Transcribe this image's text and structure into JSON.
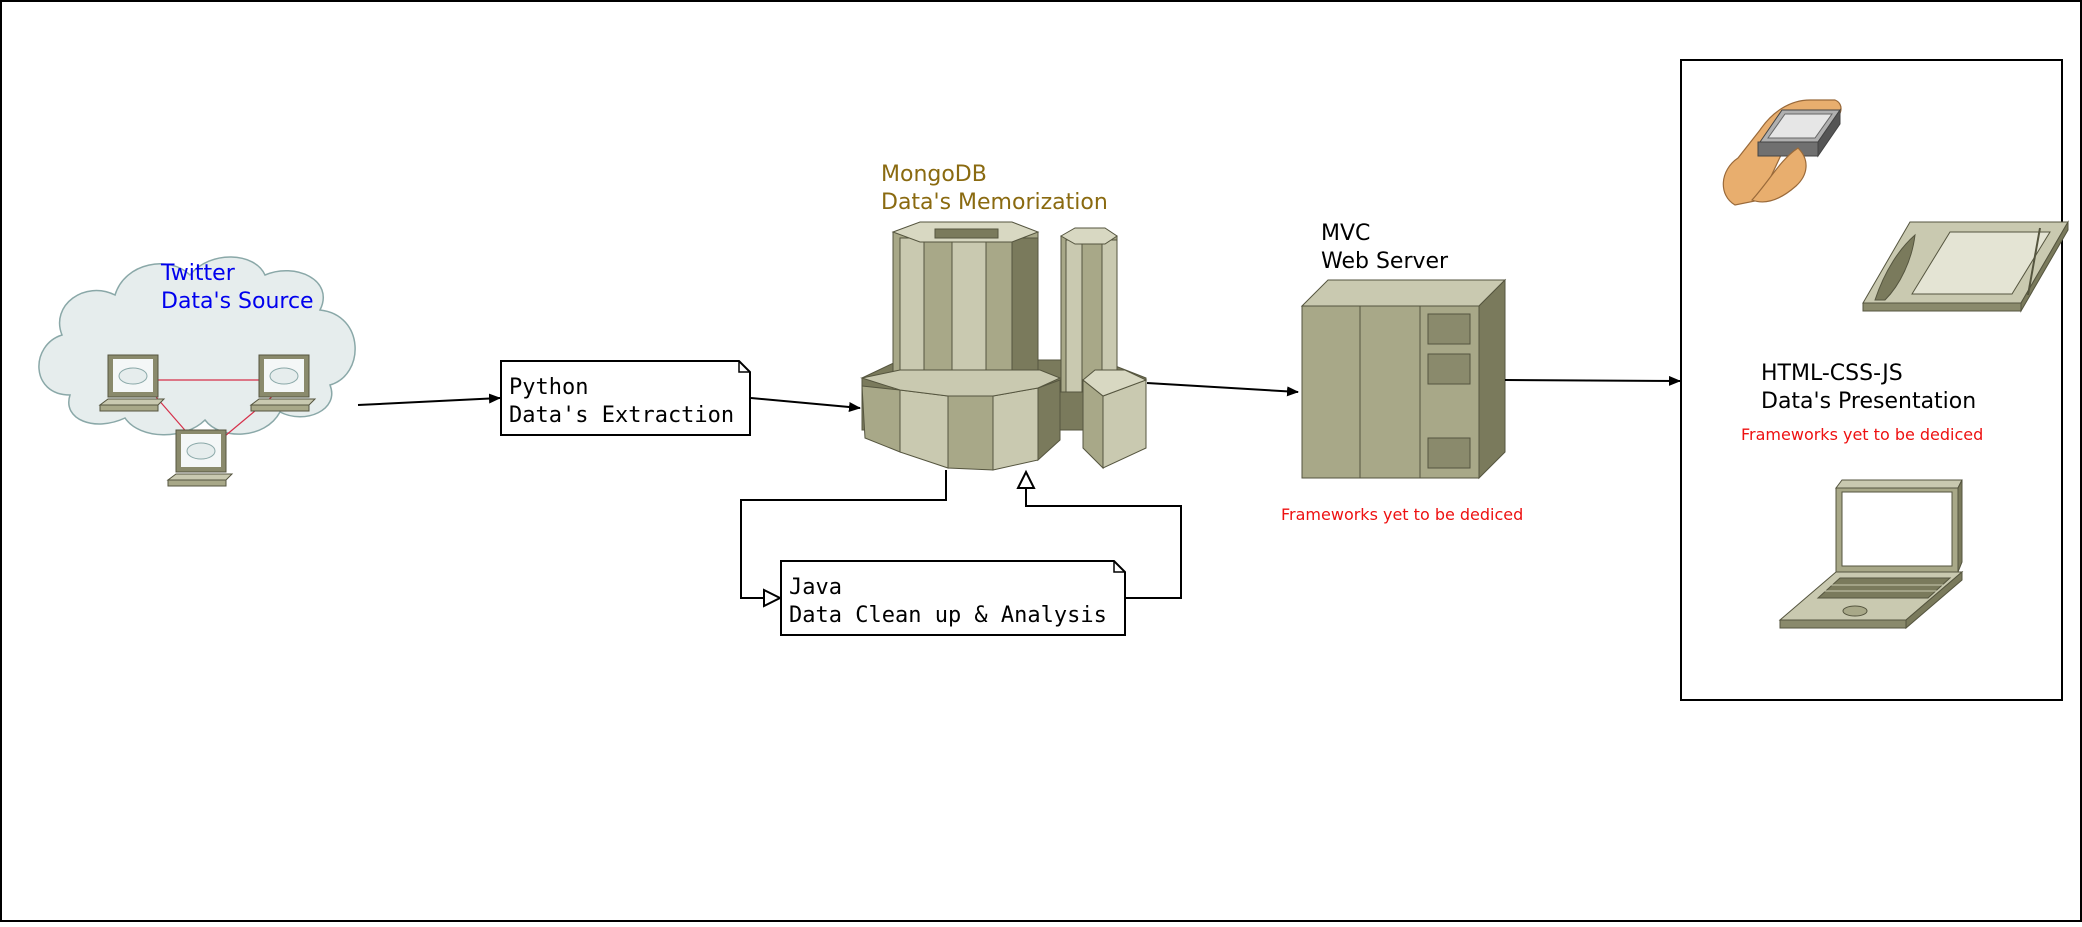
{
  "twitter": {
    "line1": "Twitter",
    "line2": "Data's Source",
    "color": "#0000ee"
  },
  "python": {
    "line1": "Python",
    "line2": "Data's Extraction"
  },
  "mongodb": {
    "line1": "MongoDB",
    "line2": "Data's Memorization",
    "color": "#8a6a10"
  },
  "java": {
    "line1": "Java",
    "line2": "Data Clean up & Analysis"
  },
  "mvc": {
    "line1": "MVC",
    "line2": "Web Server",
    "note": "Frameworks yet to be dediced"
  },
  "presentation": {
    "line1": "HTML-CSS-JS",
    "line2": "Data's Presentation",
    "note": "Frameworks yet to be dediced"
  },
  "colors": {
    "note_red": "#ee1111",
    "device_body": "#a8a888",
    "device_dark": "#7a7a5c",
    "device_light": "#c9c9b0",
    "cloud_fill": "#e6eded",
    "link_red": "#d6304a"
  },
  "icons": {
    "cloud": "network-cloud-icon",
    "mainframe": "mainframe-database-icon",
    "server": "server-tower-icon",
    "pda": "pda-in-hand-icon",
    "tablet": "tablet-icon",
    "laptop": "laptop-icon"
  }
}
